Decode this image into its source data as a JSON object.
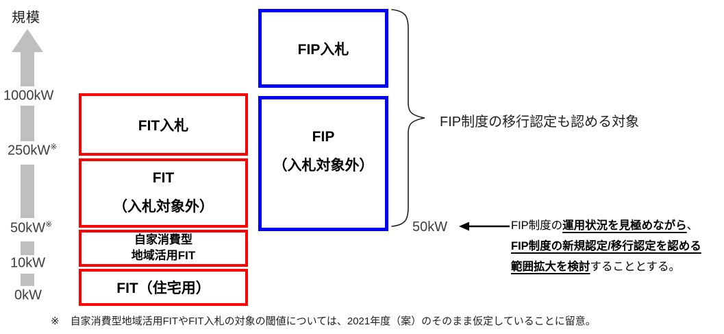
{
  "colors": {
    "fit_border": "#ff0000",
    "fip_border": "#0000ff",
    "axis_arrow": "#bfbfbf",
    "axis_text": "#3d3d3d",
    "text": "#000000"
  },
  "axis": {
    "title": "規模",
    "labels": [
      {
        "text": "1000kW",
        "sup": ""
      },
      {
        "text": "250kW",
        "sup": "※"
      },
      {
        "text": "50kW",
        "sup": "※"
      },
      {
        "text": "10kW",
        "sup": ""
      },
      {
        "text": "0kW",
        "sup": ""
      }
    ]
  },
  "fit_column": {
    "boxes": [
      {
        "label": "FIT入札"
      },
      {
        "line1": "FIT",
        "line2": "（入札対象外）"
      },
      {
        "line1": "自家消費型",
        "line2": "地域活用FIT"
      },
      {
        "label": "FIT（住宅用）"
      }
    ]
  },
  "fip_column": {
    "boxes": [
      {
        "label": "FIP入札"
      },
      {
        "line1": "FIP",
        "line2": "（入札対象外）"
      }
    ]
  },
  "brace": {
    "label": "FIP制度の移行認定も認める対象"
  },
  "threshold": {
    "label": "50kW"
  },
  "annotation": {
    "line1_prefix": "FIP制度の",
    "line1_underlined": "運用状況を見極めながら",
    "line1_suffix": "、",
    "line2_underlined": "FIP制度の新規認定/移行認定を認める",
    "line3_underlined": "範囲拡大を検討",
    "line3_suffix": "することとする。"
  },
  "footnote": {
    "symbol": "※",
    "text": "自家消費型地域活用FITやFIT入札の対象の閾値については、2021年度（案）のそのまま仮定していることに留意。"
  }
}
